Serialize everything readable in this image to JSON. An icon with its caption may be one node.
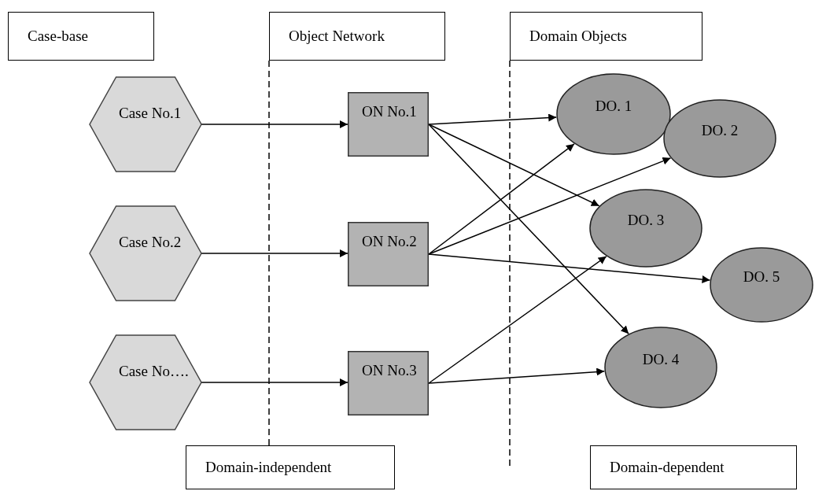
{
  "diagram": {
    "nodes": [
      {
        "text": [
          "Case-base"
        ]
      },
      {
        "text": [
          "Object Network"
        ]
      },
      {
        "text": [
          "Domain Objects"
        ]
      },
      {
        "text": [
          "Case No.1"
        ]
      },
      {
        "text": [
          "Case No.2"
        ]
      },
      {
        "text": [
          "Case No…."
        ]
      },
      {
        "text": [
          "ON No.1"
        ]
      },
      {
        "text": [
          "ON No.2"
        ]
      },
      {
        "text": [
          "ON No.3"
        ]
      },
      {
        "text": [
          "DO. 1"
        ]
      },
      {
        "text": [
          "DO. 2"
        ]
      },
      {
        "text": [
          "DO. 3"
        ]
      },
      {
        "text": [
          "DO. 5"
        ]
      },
      {
        "text": [
          "DO. 4"
        ]
      },
      {
        "text": [
          "Domain-independent"
        ]
      },
      {
        "text": [
          "Domain-dependent"
        ]
      }
    ],
    "edges": [
      {
        "from": 3,
        "to": 6,
        "arrow": "to"
      },
      {
        "from": 4,
        "to": 7,
        "arrow": "to"
      },
      {
        "from": 5,
        "to": 8,
        "arrow": "to"
      },
      {
        "from": 6,
        "to": 9,
        "arrow": "to"
      },
      {
        "from": 6,
        "to": 11,
        "arrow": "to"
      },
      {
        "from": 6,
        "to": 13,
        "arrow": "to"
      },
      {
        "from": 7,
        "to": 9,
        "arrow": "to"
      },
      {
        "from": 7,
        "to": 10,
        "arrow": "to"
      },
      {
        "from": 7,
        "to": 12,
        "arrow": "to"
      },
      {
        "from": 8,
        "to": 11,
        "arrow": "to"
      },
      {
        "from": 8,
        "to": 13,
        "arrow": "to"
      },
      {
        "from": 1,
        "to": 14,
        "arrow": "none",
        "style": "dashed"
      },
      {
        "from": 2,
        "to": null,
        "arrow": "none",
        "style": "dashed"
      }
    ]
  }
}
